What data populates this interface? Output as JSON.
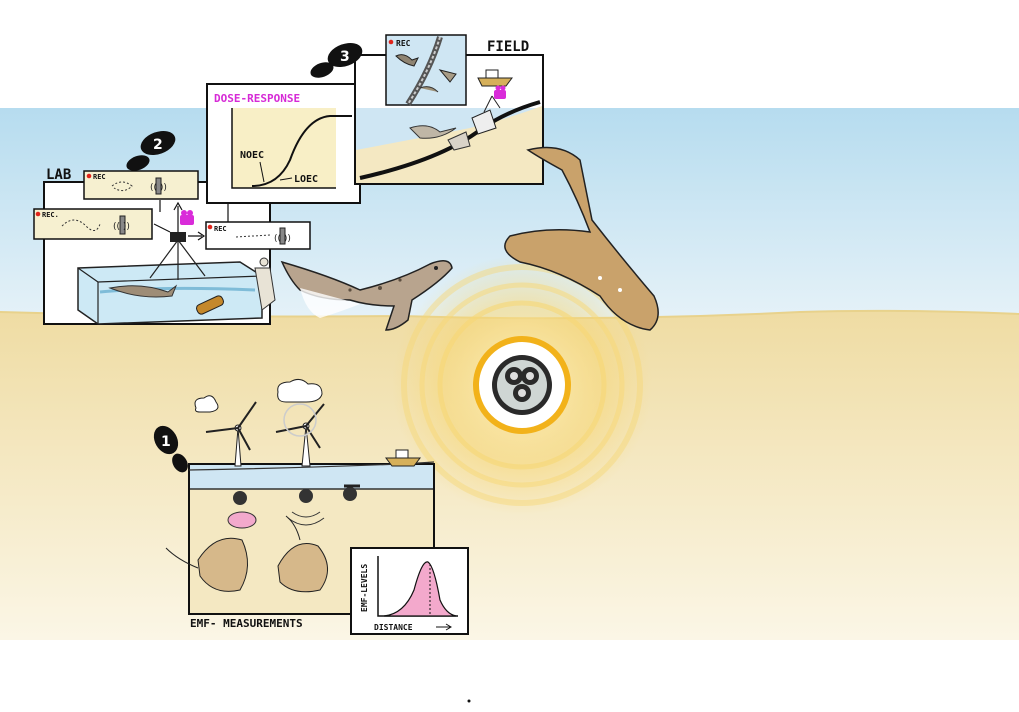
{
  "labels": {
    "lab": "LAB",
    "field": "FIELD",
    "dose_response": "DOSE-RESPONSE",
    "emf_measurements": "EMF- MEASUREMENTS",
    "noec": "NOEC",
    "loec": "LOEC",
    "emf_levels": "EMF-LEVELS",
    "distance": "DISTANCE"
  },
  "rec_label": "REC",
  "rec_label_short": "REC.",
  "steps": [
    {
      "number": "1"
    },
    {
      "number": "2"
    },
    {
      "number": "3"
    }
  ],
  "colors": {
    "sky": "#cfe6f3",
    "water": "#bcdff2",
    "sand": "#f2e4b6",
    "emf_ring": "#f2b21a",
    "emf_glow": "#f7d775",
    "dose_label": "#d62ad6",
    "magenta_camera": "#d92cd9",
    "ray_body": "#c9a26b",
    "shark_body": "#b8a48e",
    "pink_curve": "#f3a9cc",
    "rec_dot": "#e0241b"
  },
  "icons": [
    "footprint-icon",
    "camera-icon",
    "cable-icon",
    "wind-turbine-icon",
    "boat-icon",
    "cloud-icon",
    "sun-icon",
    "ray-icon",
    "shark-icon"
  ]
}
